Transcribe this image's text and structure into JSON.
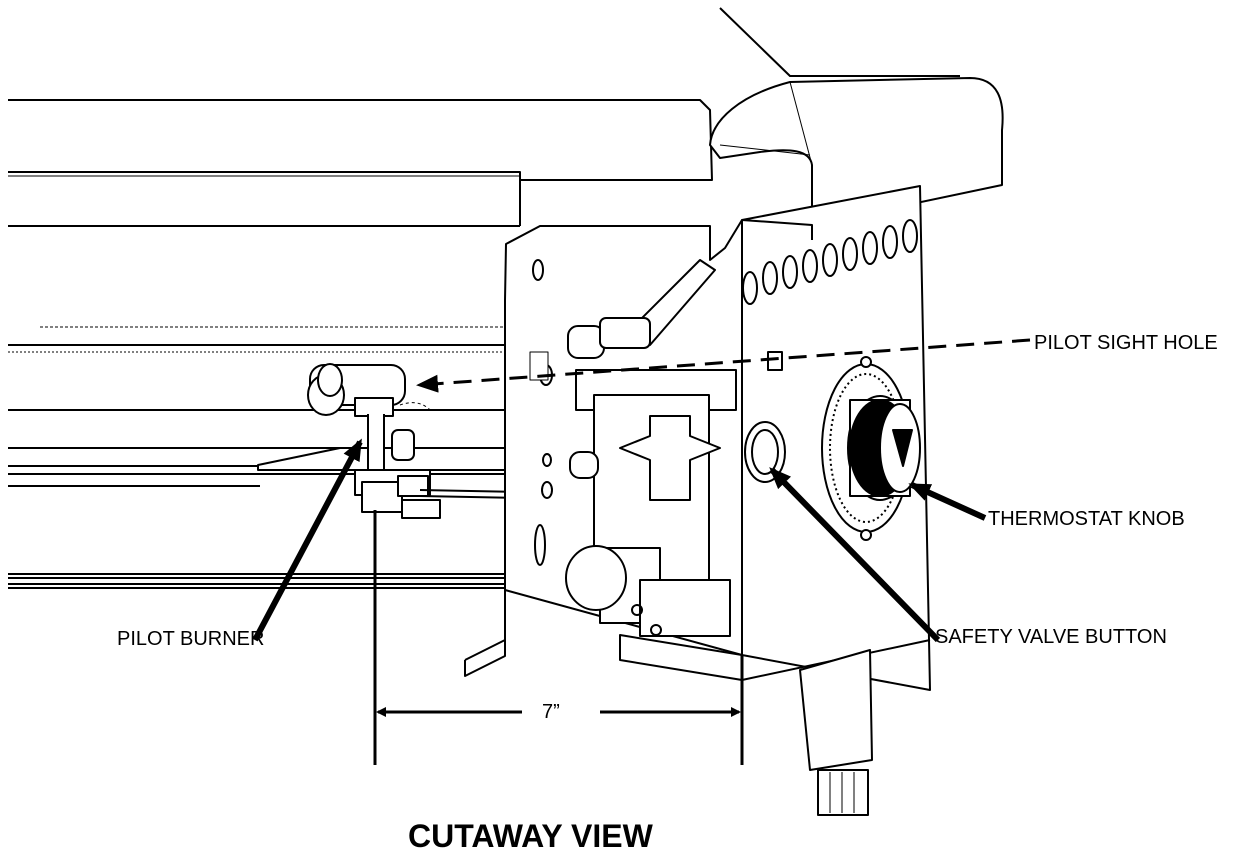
{
  "diagram": {
    "title": "CUTAWAY VIEW",
    "labels": {
      "pilot_sight_hole": "PILOT SIGHT HOLE",
      "thermostat_knob": "THERMOSTAT KNOB",
      "safety_valve_button": "SAFETY VALVE BUTTON",
      "pilot_burner": "PILOT BURNER"
    },
    "dimension": "7”",
    "colors": {
      "ink": "#000000",
      "background": "#ffffff",
      "panel": "#f2f2f2"
    }
  }
}
